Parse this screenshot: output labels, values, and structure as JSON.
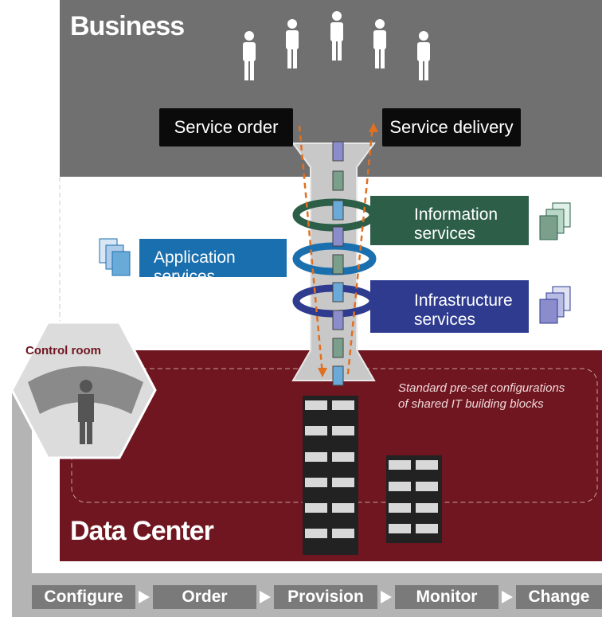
{
  "business": {
    "title": "Business"
  },
  "datacenter": {
    "title": "Data Center"
  },
  "flows": {
    "order": "Service order",
    "delivery": "Service delivery"
  },
  "services": {
    "application": {
      "line1": "Application",
      "line2": "services",
      "color": "#1a6fae"
    },
    "information": {
      "line1": "Information",
      "line2": "services",
      "color": "#2c5e48"
    },
    "infrastructure": {
      "line1": "Infrastructure",
      "line2": "services",
      "color": "#2e3b8f"
    }
  },
  "datacenter_note": {
    "line1": "Standard pre-set configurations",
    "line2": "of shared IT building blocks"
  },
  "control_room": {
    "label": "Control room"
  },
  "workflow": [
    "Configure",
    "Order",
    "Provision",
    "Monitor",
    "Change"
  ],
  "colors": {
    "business_bg": "#707070",
    "datacenter_bg": "#6f1620",
    "arrow": "#e07020"
  }
}
